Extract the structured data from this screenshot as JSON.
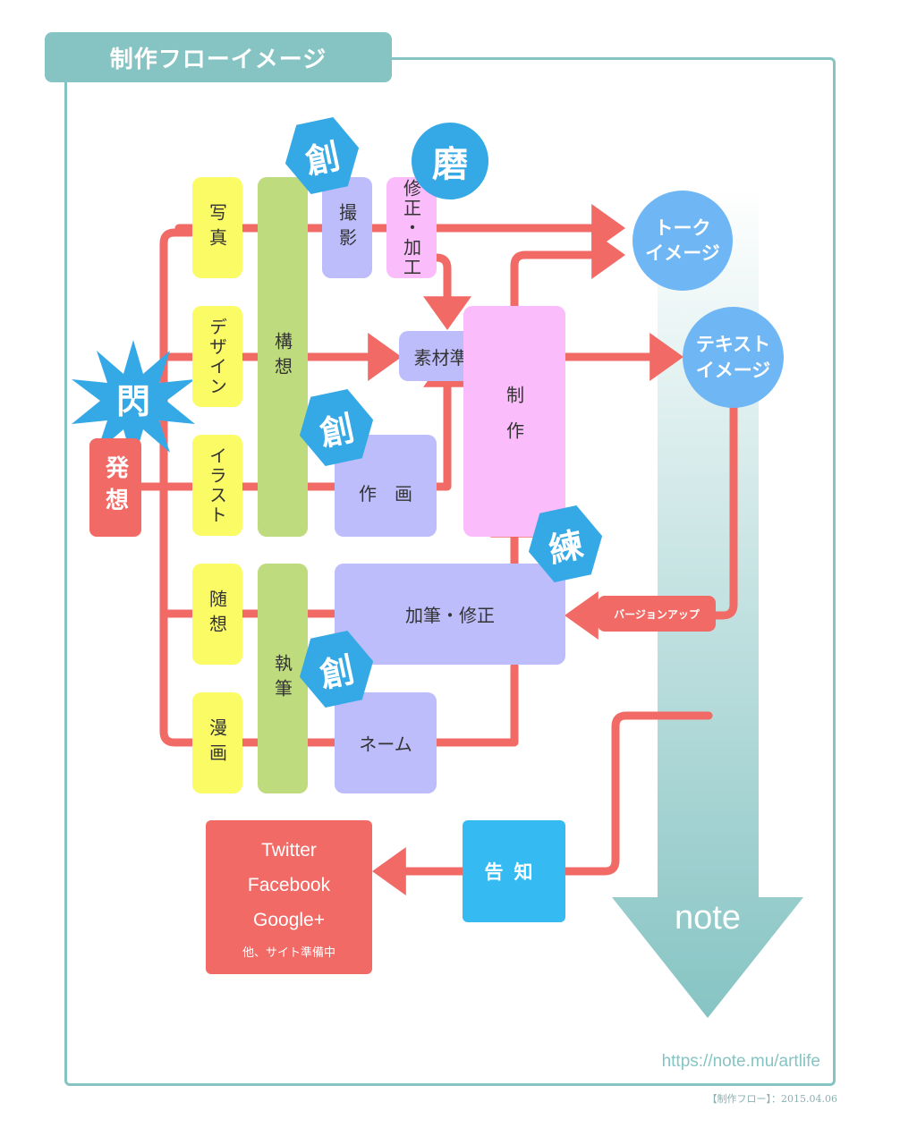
{
  "title": "制作フローイメージ",
  "start": {
    "badge": "閃",
    "label": "発想"
  },
  "genres": {
    "photo": "写真",
    "design": "デザイン",
    "illust": "イラスト",
    "essay": "随想",
    "manga": "漫画"
  },
  "concept": {
    "plan": "構想",
    "writing": "執筆"
  },
  "steps": {
    "shoot": "撮影",
    "retouch": "修正・加工",
    "materials": "素材準備",
    "drawing": "作　画",
    "production": "制作",
    "revise": "加筆・修正",
    "name": "ネーム"
  },
  "badges": {
    "create": "創",
    "polish": "磨",
    "refine": "練"
  },
  "outputs": {
    "talk_image": [
      "トーク",
      "イメージ"
    ],
    "text_image": [
      "テキスト",
      "イメージ"
    ],
    "version_up": "バージョンアップ",
    "note": "note",
    "notice": "告知"
  },
  "social": {
    "channels": [
      "Twitter",
      "Facebook",
      "Google+"
    ],
    "note": "他、サイト準備中"
  },
  "url": "https://note.mu/artlife",
  "footer": "【制作フロー】：2015.04.06",
  "colors": {
    "teal": "#86c4c3",
    "flow": "#f16a66",
    "yellow": "#fbfb66",
    "green": "#bedc7e",
    "purple": "#bdbdfb",
    "pink": "#fbbcfb",
    "blue": "#6fb6f5",
    "badge": "#35a8e6"
  }
}
